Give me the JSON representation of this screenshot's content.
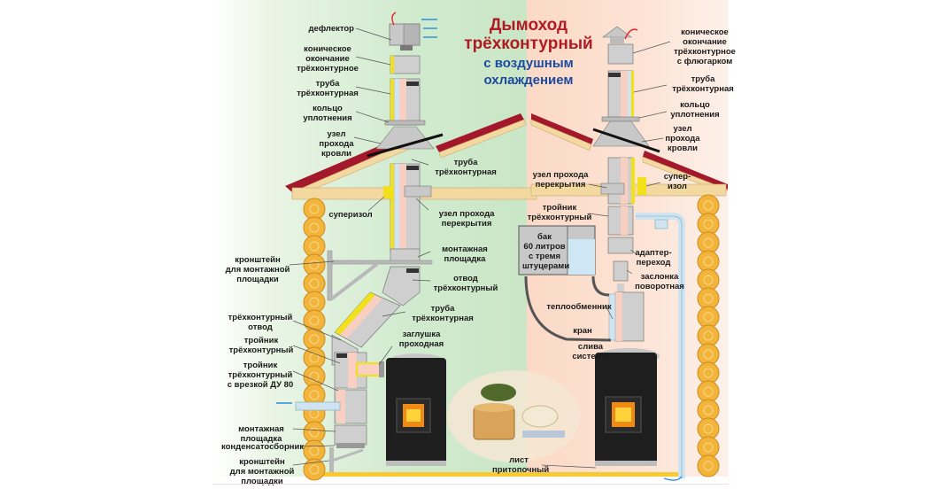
{
  "title": {
    "line1": "Дымоход",
    "line2": "трёхконтурный",
    "line3": "с воздушным",
    "line4": "охлаждением"
  },
  "colors": {
    "title_red": "#b01a22",
    "title_blue": "#1b4aa0",
    "left_bg": "#d2ebd0",
    "right_bg": "#fce4d6",
    "hot_flow": "#e8222a",
    "cold_flow": "#2b8fd6",
    "insulation": "#f2e01a",
    "roof": "#a3182a",
    "timber": "#f3d9a0",
    "log": "#f2b43a",
    "stove": "#1e1e1e",
    "floor": "#f7c933"
  },
  "left_labels": [
    {
      "id": "deflector",
      "text": "дефлектор"
    },
    {
      "id": "conical-end-left",
      "text": "коническое\nокончание\nтрёхконтурное"
    },
    {
      "id": "pipe-top-left",
      "text": "труба\nтрёхконтурная"
    },
    {
      "id": "seal-ring-left",
      "text": "кольцо\nуплотнения"
    },
    {
      "id": "roof-pass-left",
      "text": "узел\nпрохода\nкровли"
    },
    {
      "id": "pipe-mid-left",
      "text": "труба\nтрёхконтурная"
    },
    {
      "id": "superizol-left",
      "text": "суперизол"
    },
    {
      "id": "ceiling-pass-left",
      "text": "узел прохода\nперекрытия"
    },
    {
      "id": "mount-platform-upper",
      "text": "монтажная\nплощадка"
    },
    {
      "id": "bracket-upper",
      "text": "кронштейн\nдля монтажной\nплощадки"
    },
    {
      "id": "elbow-upper",
      "text": "отвод\nтрёхконтурный"
    },
    {
      "id": "pipe-slant",
      "text": "труба\nтрёхконтурная"
    },
    {
      "id": "elbow-lower",
      "text": "трёхконтурный\nотвод"
    },
    {
      "id": "pass-plug",
      "text": "заглушка\nпроходная"
    },
    {
      "id": "tee-left",
      "text": "тройник\nтрёхконтурный"
    },
    {
      "id": "tee-du80",
      "text": "тройник\nтрёхконтурный\nс врезкой ДУ 80"
    },
    {
      "id": "mount-platform-lower",
      "text": "монтажная\nплощадка"
    },
    {
      "id": "condensate",
      "text": "конденсатосборник"
    },
    {
      "id": "bracket-lower",
      "text": "кронштейн\nдля монтажной\nплощадки"
    }
  ],
  "right_labels": [
    {
      "id": "conical-end-right",
      "text": "коническое\nокончание\nтрёхконтурное\nс флюгарком"
    },
    {
      "id": "pipe-top-right",
      "text": "труба\nтрёхконтурная"
    },
    {
      "id": "seal-ring-right",
      "text": "кольцо\nуплотнения"
    },
    {
      "id": "roof-pass-right",
      "text": "узел\nпрохода\nкровли"
    },
    {
      "id": "ceiling-pass-right",
      "text": "узел прохода\nперекрытия"
    },
    {
      "id": "superizol-right",
      "text": "супер-\nизол"
    },
    {
      "id": "tee-right",
      "text": "тройник\nтрёхконтурный"
    },
    {
      "id": "tank",
      "text": "бак\n60 литров\nс тремя\nштуцерами"
    },
    {
      "id": "adapter",
      "text": "адаптер-\nпереход"
    },
    {
      "id": "damper",
      "text": "заслонка\nповоротная"
    },
    {
      "id": "heat-exchanger",
      "text": "теплообменник"
    },
    {
      "id": "valve",
      "text": "кран"
    },
    {
      "id": "drain",
      "text": "слива\nсистемы"
    },
    {
      "id": "pre-furnace-sheet",
      "text": "лист\nпритопочный"
    }
  ]
}
